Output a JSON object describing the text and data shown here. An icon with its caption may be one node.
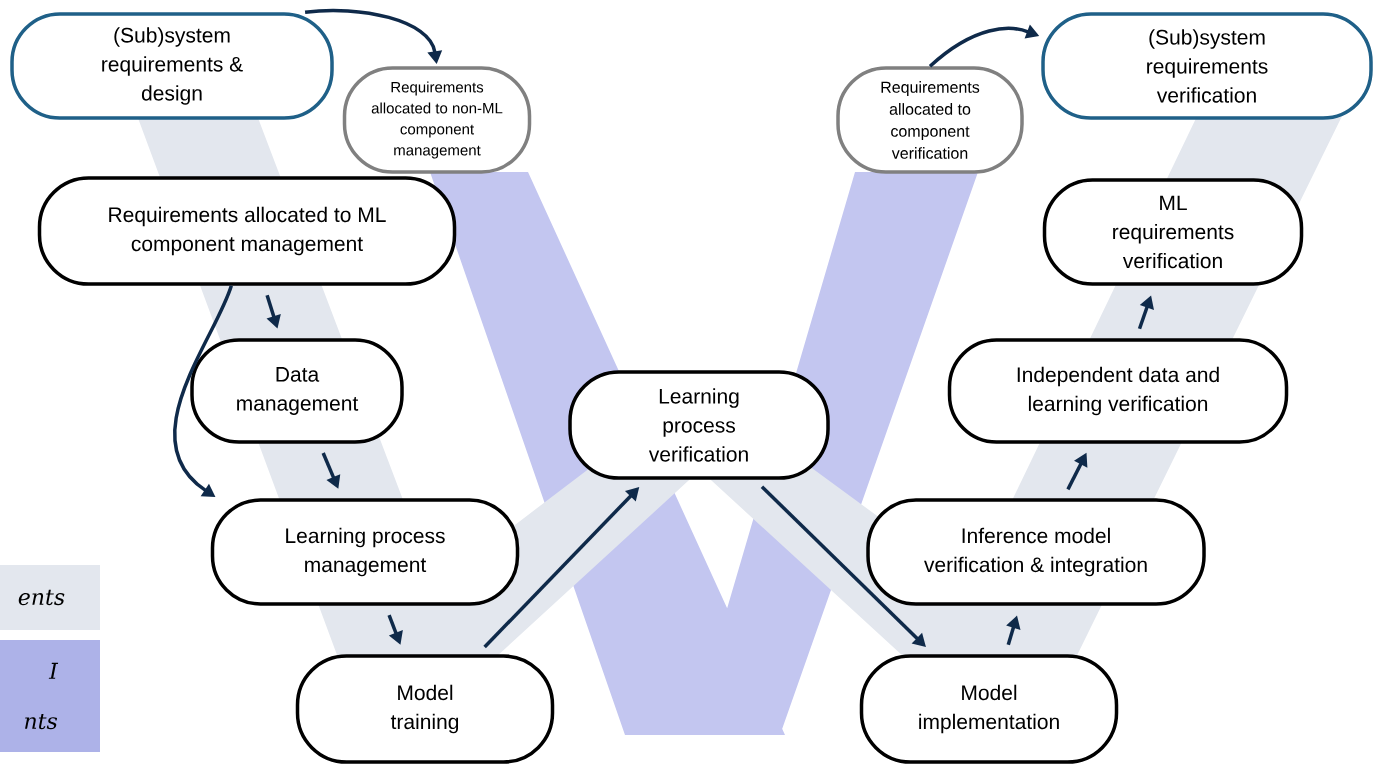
{
  "diagram": {
    "nodes": [
      {
        "text": [
          "(Sub)system requirements & design"
        ]
      },
      {
        "text": [
          "Requirements allocated to non-ML component management"
        ]
      },
      {
        "text": [
          "Requirements allocated to component verification"
        ]
      },
      {
        "text": [
          "(Sub)system requirements verification"
        ]
      },
      {
        "text": [
          "Requirements allocated to ML component management"
        ]
      },
      {
        "text": [
          "ML requirements verification"
        ]
      },
      {
        "text": [
          "Data management"
        ]
      },
      {
        "text": [
          "Learning process verification"
        ]
      },
      {
        "text": [
          "Independent data and learning verification"
        ]
      },
      {
        "text": [
          "Learning process management"
        ]
      },
      {
        "text": [
          "Inference model verification & integration"
        ]
      },
      {
        "text": [
          "Model training"
        ]
      },
      {
        "text": [
          "Model implementation"
        ]
      }
    ],
    "edges": [
      {
        "from": 0,
        "to": 1,
        "arrow": "to"
      },
      {
        "from": 2,
        "to": 3,
        "arrow": "to"
      },
      {
        "from": 4,
        "to": 6,
        "arrow": "to"
      },
      {
        "from": 4,
        "to": 9,
        "arrow": "to"
      },
      {
        "from": 6,
        "to": 9,
        "arrow": "to"
      },
      {
        "from": 9,
        "to": 11,
        "arrow": "to"
      },
      {
        "from": 11,
        "to": 7,
        "arrow": "to"
      },
      {
        "from": 7,
        "to": 12,
        "arrow": "to"
      },
      {
        "from": 12,
        "to": 10,
        "arrow": "to"
      },
      {
        "from": 10,
        "to": 8,
        "arrow": "to"
      },
      {
        "from": 8,
        "to": 5,
        "arrow": "to"
      }
    ],
    "legend": [
      {
        "text": "ents",
        "color": "#e3e7ee"
      },
      {
        "text": "I nts",
        "color": "#adb2e8"
      }
    ]
  }
}
